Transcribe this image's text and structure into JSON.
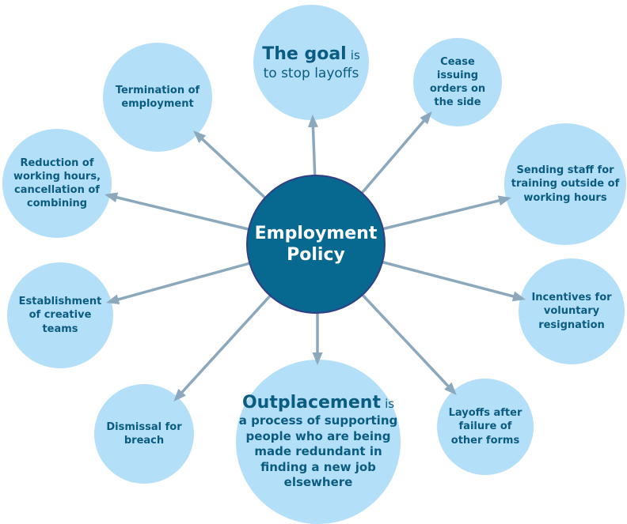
{
  "diagram": {
    "type": "radial-mind-map",
    "center": {
      "label": "Employment Policy"
    },
    "nodes": {
      "goal": {
        "heading": "The goal",
        "connector": "is",
        "body": "to stop layoffs"
      },
      "cease": {
        "label": "Cease issuing orders on the side"
      },
      "sending": {
        "label": "Sending staff for training outside of working hours"
      },
      "incentives": {
        "label": "Incentives for voluntary resignation"
      },
      "layoffs": {
        "label": "Layoffs after failure of other forms"
      },
      "outplacement": {
        "heading": "Outplacement",
        "connector": "is",
        "body": "a process of supporting people who are being made redundant in finding a new job elsewhere"
      },
      "dismissal": {
        "label": "Dismissal for breach"
      },
      "establishment": {
        "label": "Establishment of creative teams"
      },
      "reduction": {
        "label": "Reduction of working hours, cancellation of combining"
      },
      "termination": {
        "label": "Termination of employment"
      }
    },
    "colors": {
      "hub_fill": "#076990",
      "hub_border": "#323E85",
      "hub_text": "#FFFFFF",
      "node_fill": "#B4DFF8",
      "node_text": "#0A5C80",
      "arrow": "#8CA8BC",
      "background": "#FFFFFF"
    }
  }
}
